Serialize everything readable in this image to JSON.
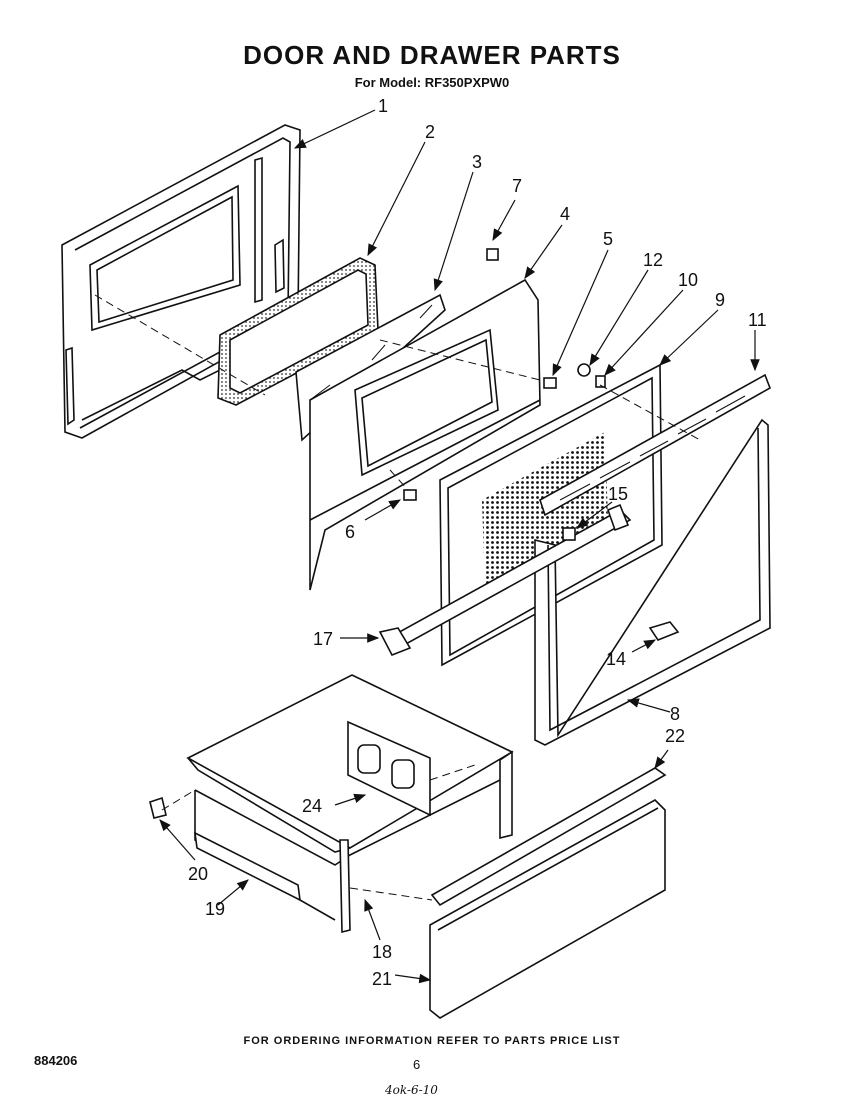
{
  "header": {
    "title": "DOOR AND DRAWER PARTS",
    "subtitle": "For Model: RF350PXPW0"
  },
  "callouts": [
    "1",
    "2",
    "3",
    "7",
    "4",
    "5",
    "12",
    "10",
    "9",
    "11",
    "15",
    "6",
    "17",
    "14",
    "8",
    "22",
    "24",
    "20",
    "19",
    "18",
    "21"
  ],
  "footer": {
    "ordering_note": "FOR ORDERING INFORMATION REFER TO PARTS PRICE LIST",
    "document_number": "884206",
    "page_number": "6",
    "handwritten_note": "4ok-6-10"
  }
}
